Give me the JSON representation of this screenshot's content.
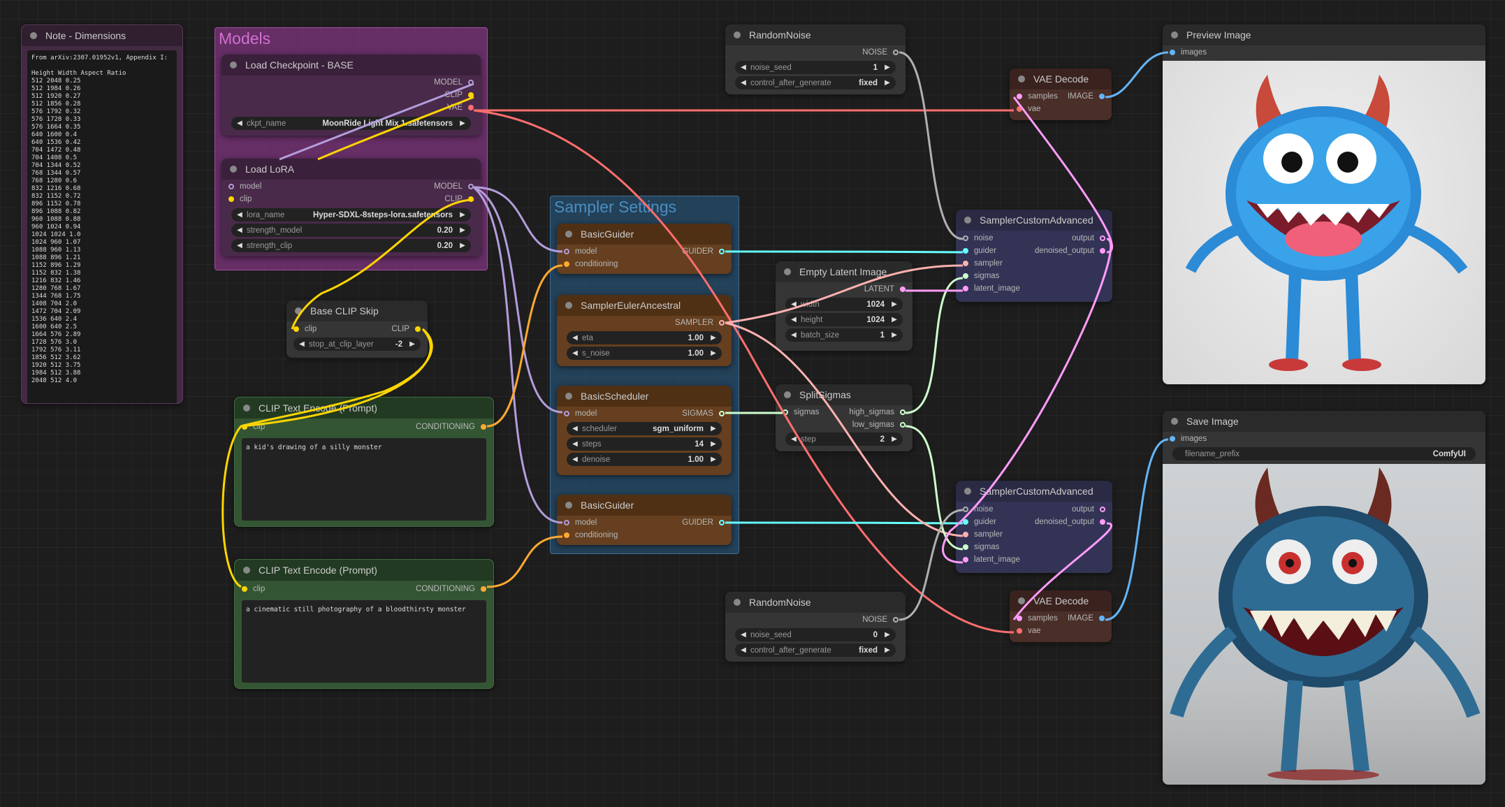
{
  "groups": {
    "models": "Models",
    "sampler_settings": "Sampler Settings"
  },
  "note": {
    "title": "Note - Dimensions",
    "text": "From arXiv:2307.01952v1, Appendix I:\n\nHeight Width Aspect Ratio\n512 2048 0.25\n512 1984 0.26\n512 1920 0.27\n512 1856 0.28\n576 1792 0.32\n576 1728 0.33\n576 1664 0.35\n640 1600 0.4\n640 1536 0.42\n704 1472 0.48\n704 1408 0.5\n704 1344 0.52\n768 1344 0.57\n768 1280 0.6\n832 1216 0.68\n832 1152 0.72\n896 1152 0.78\n896 1088 0.82\n960 1088 0.88\n960 1024 0.94\n1024 1024 1.0\n1024 960 1.07\n1088 960 1.13\n1088 896 1.21\n1152 896 1.29\n1152 832 1.38\n1216 832 1.46\n1280 768 1.67\n1344 768 1.75\n1408 704 2.0\n1472 704 2.09\n1536 640 2.4\n1600 640 2.5\n1664 576 2.89\n1728 576 3.0\n1792 576 3.11\n1856 512 3.62\n1920 512 3.75\n1984 512 3.88\n2048 512 4.0"
  },
  "ckpt": {
    "title": "Load Checkpoint - BASE",
    "out_model": "MODEL",
    "out_clip": "CLIP",
    "out_vae": "VAE",
    "w_name": "ckpt_name",
    "w_value": "MoonRide Light Mix 1.safetensors"
  },
  "lora": {
    "title": "Load LoRA",
    "in_model": "model",
    "in_clip": "clip",
    "out_model": "MODEL",
    "out_clip": "CLIP",
    "w1_name": "lora_name",
    "w1_value": "Hyper-SDXL-8steps-lora.safetensors",
    "w2_name": "strength_model",
    "w2_value": "0.20",
    "w3_name": "strength_clip",
    "w3_value": "0.20"
  },
  "clipskip": {
    "title": "Base CLIP Skip",
    "in_clip": "clip",
    "out_clip": "CLIP",
    "w_name": "stop_at_clip_layer",
    "w_value": "-2"
  },
  "clip1": {
    "title": "CLIP Text Encode (Prompt)",
    "in_clip": "clip",
    "out": "CONDITIONING",
    "text": "a kid's drawing of a silly monster"
  },
  "clip2": {
    "title": "CLIP Text Encode (Prompt)",
    "in_clip": "clip",
    "out": "CONDITIONING",
    "text": "a cinematic still photography of a bloodthirsty monster"
  },
  "guider1": {
    "title": "BasicGuider",
    "in_model": "model",
    "in_cond": "conditioning",
    "out": "GUIDER"
  },
  "sampler": {
    "title": "SamplerEulerAncestral",
    "out": "SAMPLER",
    "w1_name": "eta",
    "w1_value": "1.00",
    "w2_name": "s_noise",
    "w2_value": "1.00"
  },
  "scheduler": {
    "title": "BasicScheduler",
    "in_model": "model",
    "out": "SIGMAS",
    "w1_name": "scheduler",
    "w1_value": "sgm_uniform",
    "w2_name": "steps",
    "w2_value": "14",
    "w3_name": "denoise",
    "w3_value": "1.00"
  },
  "guider2": {
    "title": "BasicGuider",
    "in_model": "model",
    "in_cond": "conditioning",
    "out": "GUIDER"
  },
  "noise1": {
    "title": "RandomNoise",
    "out": "NOISE",
    "w1_name": "noise_seed",
    "w1_value": "1",
    "w2_name": "control_after_generate",
    "w2_value": "fixed"
  },
  "noise2": {
    "title": "RandomNoise",
    "out": "NOISE",
    "w1_name": "noise_seed",
    "w1_value": "0",
    "w2_name": "control_after_generate",
    "w2_value": "fixed"
  },
  "latent": {
    "title": "Empty Latent Image",
    "out": "LATENT",
    "w1_name": "width",
    "w1_value": "1024",
    "w2_name": "height",
    "w2_value": "1024",
    "w3_name": "batch_size",
    "w3_value": "1"
  },
  "split": {
    "title": "SplitSigmas",
    "in_sigmas": "sigmas",
    "out_high": "high_sigmas",
    "out_low": "low_sigmas",
    "w_name": "step",
    "w_value": "2"
  },
  "sca1": {
    "title": "SamplerCustomAdvanced",
    "in_noise": "noise",
    "in_guider": "guider",
    "in_sampler": "sampler",
    "in_sigmas": "sigmas",
    "in_latent": "latent_image",
    "out_output": "output",
    "out_denoised": "denoised_output"
  },
  "sca2": {
    "title": "SamplerCustomAdvanced",
    "in_noise": "noise",
    "in_guider": "guider",
    "in_sampler": "sampler",
    "in_sigmas": "sigmas",
    "in_latent": "latent_image",
    "out_output": "output",
    "out_denoised": "denoised_output"
  },
  "vae1": {
    "title": "VAE Decode",
    "in_samples": "samples",
    "in_vae": "vae",
    "out": "IMAGE"
  },
  "vae2": {
    "title": "VAE Decode",
    "in_samples": "samples",
    "in_vae": "vae",
    "out": "IMAGE"
  },
  "preview": {
    "title": "Preview Image",
    "in_images": "images"
  },
  "save": {
    "title": "Save Image",
    "in_images": "images",
    "w_name": "filename_prefix",
    "w_value": "ComfyUI"
  },
  "colors": {
    "model": "#b39ddb",
    "clip": "#ffd500",
    "vae": "#ff6e6e",
    "conditioning": "#ffa931",
    "guider": "#66ffff",
    "sampler": "#ffb1b1",
    "sigmas": "#cdffcd",
    "noise": "#b0b0b0",
    "latent": "#ff9cf9",
    "image": "#64b5f6"
  }
}
